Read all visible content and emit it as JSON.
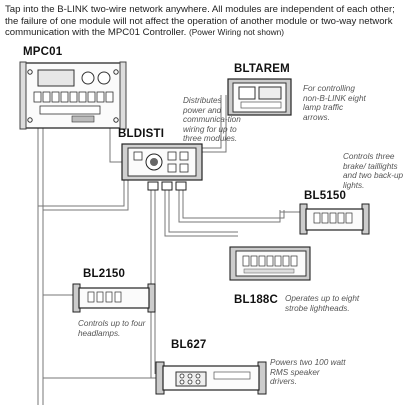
{
  "intro": {
    "main": "Tap into the B-LINK two-wire network anywhere. All modules are independent of each other; the failure of one module will not affect the operation of another module or two-way network communication with the MPC01 Controller.",
    "aside": "(Power Wiring not shown)"
  },
  "modules": {
    "mpc01": {
      "label": "MPC01"
    },
    "bltarem": {
      "label": "BLTAREM",
      "note": "For controlling non-B-LINK eight lamp traffic arrows."
    },
    "bldisti": {
      "label": "BLDISTI",
      "note": "Distributes power and communica-tion wiring for up to three modules."
    },
    "bl5150": {
      "label": "BL5150",
      "note": "Controls three brake/ taillights and two back-up lights."
    },
    "bl188c": {
      "label": "BL188C",
      "note": "Operates up to eight strobe lightheads."
    },
    "bl2150": {
      "label": "BL2150",
      "note": "Controls up to four headlamps."
    },
    "bl627": {
      "label": "BL627",
      "note": "Powers two 100 watt RMS speaker drivers."
    }
  }
}
